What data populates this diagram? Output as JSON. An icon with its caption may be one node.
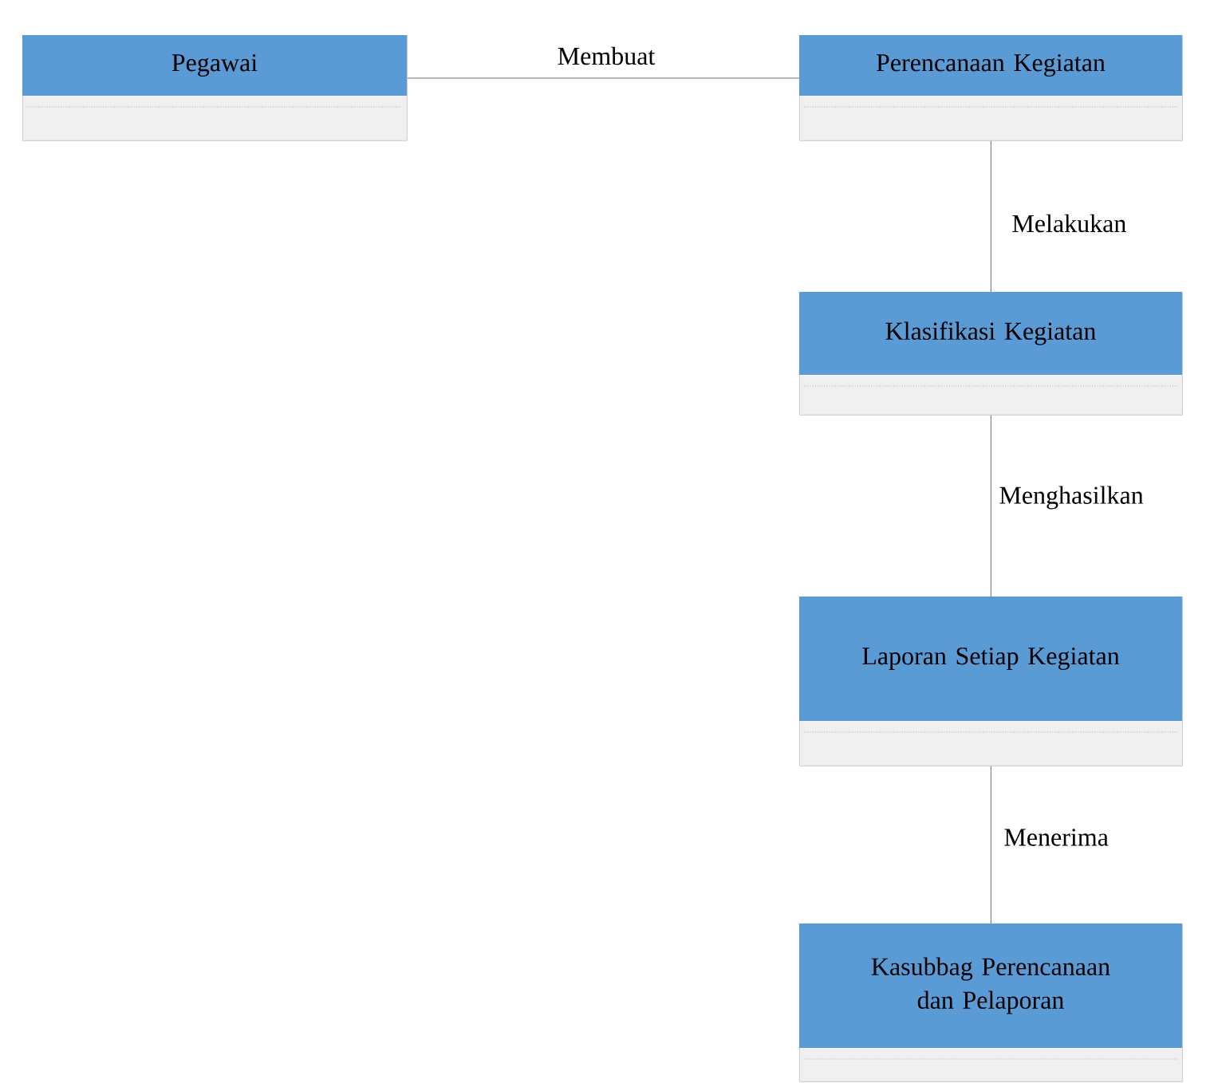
{
  "diagram": {
    "nodes": [
      {
        "text": [
          "Pegawai"
        ]
      },
      {
        "text": [
          "Perencanaan Kegiatan"
        ]
      },
      {
        "text": [
          "Klasifikasi Kegiatan"
        ]
      },
      {
        "text": [
          "Laporan Setiap Kegiatan"
        ]
      },
      {
        "text": [
          "Kasubbag Perencanaan dan Pelaporan"
        ]
      }
    ],
    "edges": [
      {
        "from": 0,
        "to": 1,
        "arrow": "none",
        "label": "Membuat"
      },
      {
        "from": 1,
        "to": 2,
        "arrow": "none",
        "label": "Melakukan"
      },
      {
        "from": 2,
        "to": 3,
        "arrow": "none",
        "label": "Menghasilkan"
      },
      {
        "from": 3,
        "to": 4,
        "arrow": "none",
        "label": "Menerima"
      }
    ]
  }
}
